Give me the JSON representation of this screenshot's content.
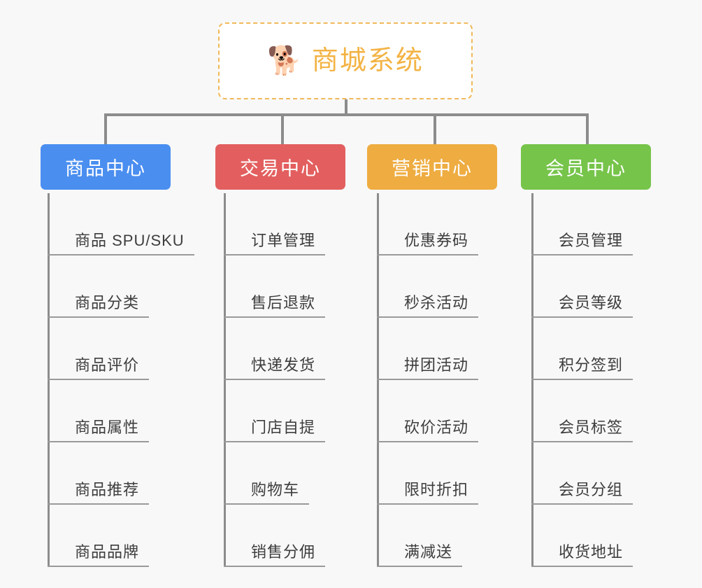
{
  "diagram": {
    "title": "商城系统",
    "type": "organization-tree",
    "background_color": "#f8f8f8"
  },
  "root": {
    "emoji": "🐕",
    "emoji_name": "shiba-dog-face",
    "label": "商城系统",
    "text_color": "#f3b344",
    "border_color": "#f0b95a",
    "background_color": "#ffffff"
  },
  "branches": [
    {
      "label": "商品中心",
      "color": "#4a8ef0",
      "items": [
        "商品 SPU/SKU",
        "商品分类",
        "商品评价",
        "商品属性",
        "商品推荐",
        "商品品牌"
      ]
    },
    {
      "label": "交易中心",
      "color": "#e35f5f",
      "items": [
        "订单管理",
        "售后退款",
        "快递发货",
        "门店自提",
        "购物车",
        "销售分佣"
      ]
    },
    {
      "label": "营销中心",
      "color": "#eeac41",
      "items": [
        "优惠券码",
        "秒杀活动",
        "拼团活动",
        "砍价活动",
        "限时折扣",
        "满减送"
      ]
    },
    {
      "label": "会员中心",
      "color": "#76c44a",
      "items": [
        "会员管理",
        "会员等级",
        "积分签到",
        "会员标签",
        "会员分组",
        "收货地址"
      ]
    }
  ]
}
